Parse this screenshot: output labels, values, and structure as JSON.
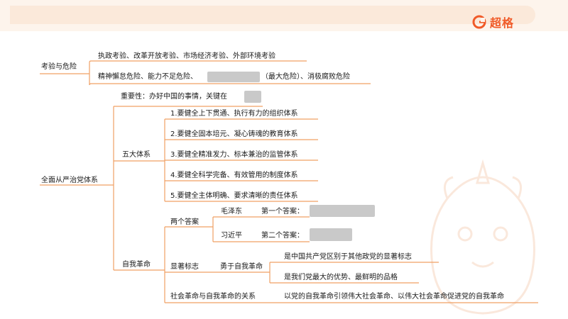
{
  "brand": {
    "name": "超格",
    "color": "#f05a28"
  },
  "colors": {
    "line": "#f0a064",
    "header_band": "#fdf4ec",
    "header_pill": "#fbe9da",
    "blank": "#c9c9c9"
  },
  "branch1": {
    "title": "考验与危险",
    "tests": "执政考验、改革开放考验、市场经济考验、外部环境考验",
    "dangers_prefix": "精神懈怠危险、能力不足危险、",
    "dangers_suffix": "（最大危险）、消极腐败危险"
  },
  "branch2": {
    "title": "全面从严治党体系",
    "importance": "重要性：办好中国的事情，关键在",
    "five_systems": {
      "title": "五大体系",
      "items": [
        "1.要健全上下贯通、执行有力的组织体系",
        "2.要健全固本培元、凝心铸魂的教育体系",
        "3.要健全精准发力、标本兼治的监管体系",
        "4.要健全科学完备、有效管用的制度体系",
        "5.要健全主体明确、要求清晰的责任体系"
      ]
    },
    "self_revolution": {
      "title": "自我革命",
      "two_answers": {
        "title": "两个答案",
        "mao": "毛泽东",
        "first": "第一个答案：",
        "xi": "习近平",
        "second": "第二个答案："
      },
      "marks": {
        "title": "显著标志",
        "sub": "勇于自我革命",
        "items": [
          "是中国共产党区别于其他政党的显著标志",
          "是我们党最大的优势、最鲜明的品格"
        ]
      },
      "relation": {
        "title": "社会革命与自我革命的关系",
        "text": "以党的自我革命引领伟大社会革命、以伟大社会革命促进党的自我革命"
      }
    }
  }
}
